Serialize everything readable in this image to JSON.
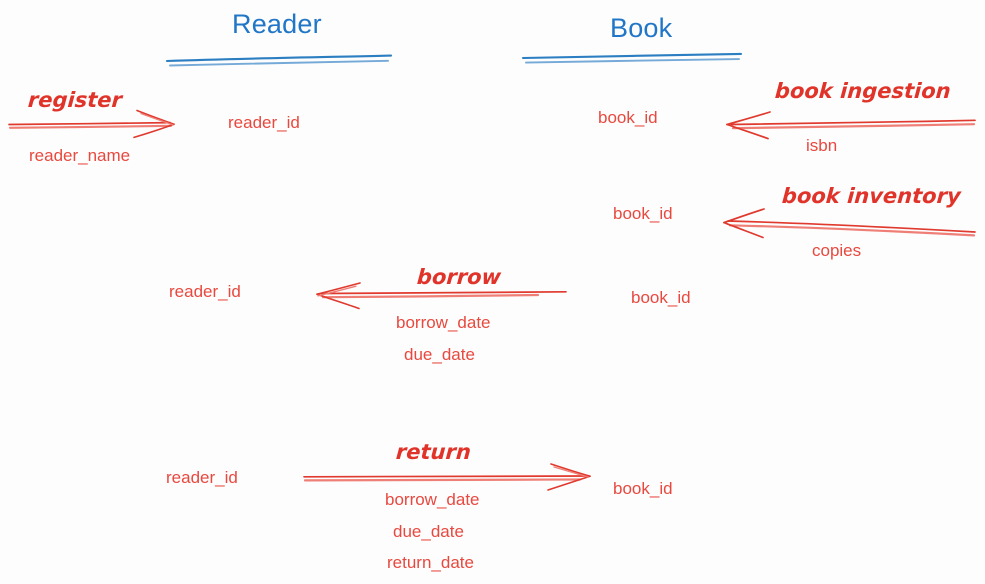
{
  "diagram": {
    "title_color": "#2176c7",
    "ink_color": "#e0392e",
    "attribute_color": "#e8493f",
    "background": "#fdfdfd"
  },
  "entities": [
    {
      "name": "Reader",
      "label": "Reader"
    },
    {
      "name": "Book",
      "label": "Book"
    }
  ],
  "relationships": [
    {
      "id": "register",
      "label": "register",
      "direction": "right",
      "source_attributes": [],
      "target_attributes": [
        "reader_id"
      ],
      "edge_attributes": [
        "reader_name"
      ]
    },
    {
      "id": "book-ingestion",
      "label": "book ingestion",
      "direction": "left",
      "target_attributes": [
        "book_id"
      ],
      "edge_attributes": [
        "isbn"
      ]
    },
    {
      "id": "book-inventory",
      "label": "book inventory",
      "direction": "left",
      "target_attributes": [
        "book_id"
      ],
      "edge_attributes": [
        "copies"
      ]
    },
    {
      "id": "borrow",
      "label": "borrow",
      "direction": "left",
      "left_attribute": "reader_id",
      "right_attribute": "book_id",
      "edge_attributes": [
        "borrow_date",
        "due_date"
      ]
    },
    {
      "id": "return",
      "label": "return",
      "direction": "right",
      "left_attribute": "reader_id",
      "right_attribute": "book_id",
      "edge_attributes": [
        "borrow_date",
        "due_date",
        "return_date"
      ]
    }
  ],
  "labels": {
    "reader_title": "Reader",
    "book_title": "Book",
    "register": "register",
    "reader_id_1": "reader_id",
    "reader_name": "reader_name",
    "book_ingestion": "book ingestion",
    "book_id_1": "book_id",
    "isbn": "isbn",
    "book_inventory": "book inventory",
    "book_id_2": "book_id",
    "copies": "copies",
    "borrow": "borrow",
    "reader_id_2": "reader_id",
    "book_id_3": "book_id",
    "borrow_date_1": "borrow_date",
    "due_date_1": "due_date",
    "return": "return",
    "reader_id_3": "reader_id",
    "book_id_4": "book_id",
    "borrow_date_2": "borrow_date",
    "due_date_2": "due_date",
    "return_date": "return_date"
  }
}
